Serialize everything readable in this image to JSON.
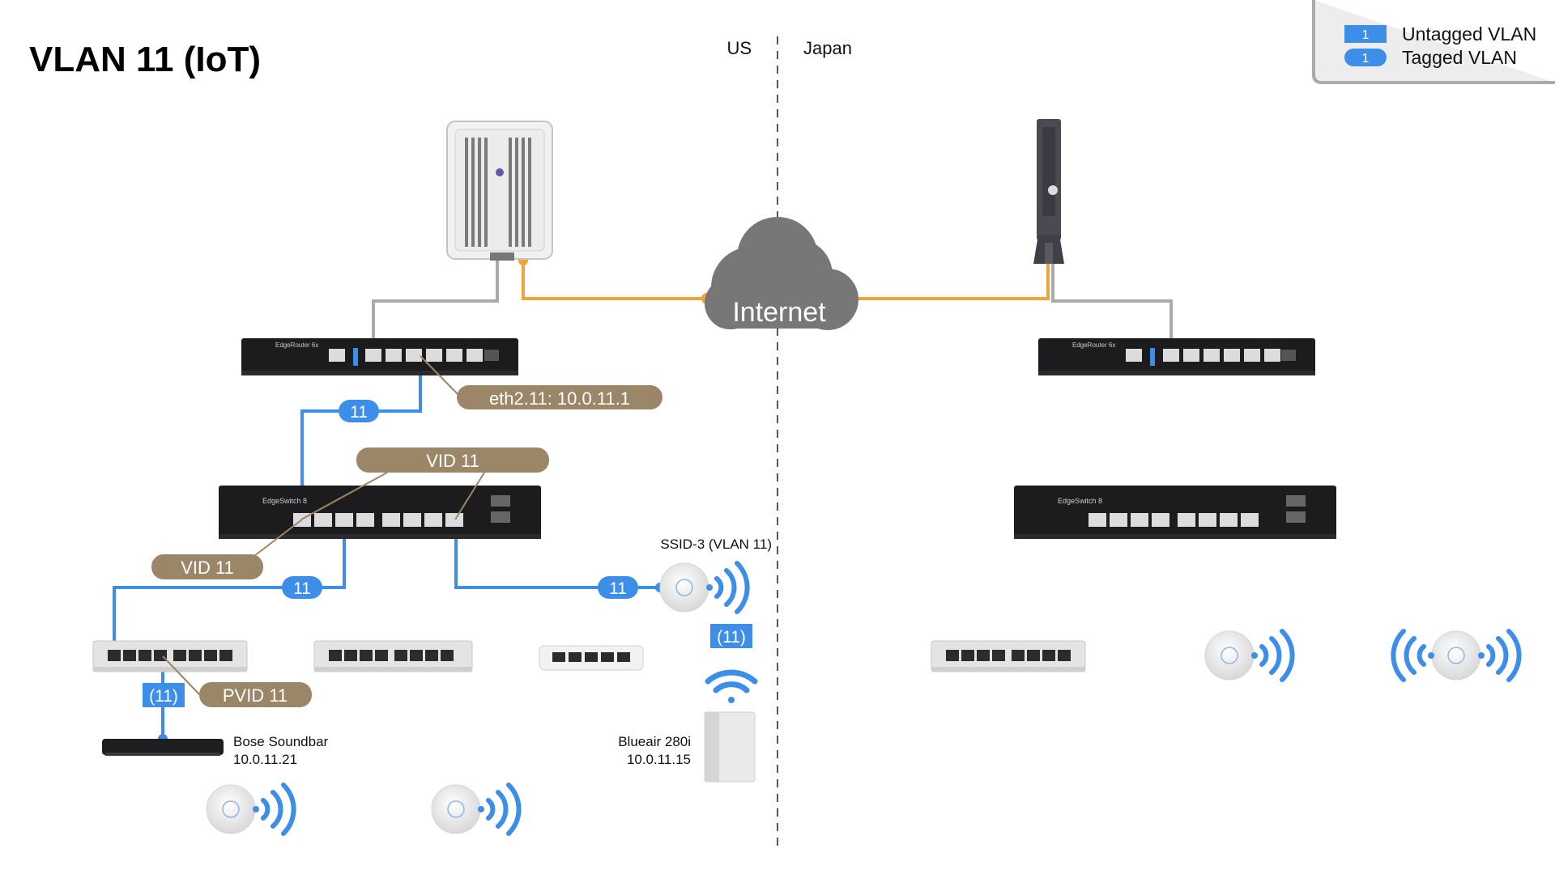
{
  "title": "VLAN 11 (IoT)",
  "regions": {
    "left": "US",
    "right": "Japan"
  },
  "legend": {
    "untagged_number": "1",
    "untagged_label": "Untagged VLAN",
    "tagged_number": "1",
    "tagged_label": "Tagged VLAN"
  },
  "cloud_label": "Internet",
  "labels": {
    "router_interface": "eth2.11: 10.0.11.1",
    "switch_vid_top": "VID 11",
    "switch_vid_left": "VID 11",
    "pvid": "PVID 11",
    "ssid": "SSID-3 (VLAN 11)"
  },
  "vlan_tags": {
    "router_to_switch": "11",
    "switch_to_small_switch": "11",
    "switch_to_ap": "11",
    "soundbar_untagged": "(11)",
    "wifi_untagged": "(11)"
  },
  "devices": {
    "soundbar_name": "Bose Soundbar",
    "soundbar_ip": "10.0.11.21",
    "purifier_name": "Blueair 280i",
    "purifier_ip": "10.0.11.15",
    "router_us_brand": "EdgeRouter 6x",
    "router_jp_brand": "EdgeRouter 6x",
    "switch_us_brand": "EdgeSwitch 8",
    "switch_jp_brand": "EdgeSwitch 8"
  },
  "colors": {
    "vlan_blue": "#3d8ee8",
    "wan_orange": "#f0a23b",
    "label_tan": "#9b8667",
    "cable_gray": "#aaaaaa"
  }
}
